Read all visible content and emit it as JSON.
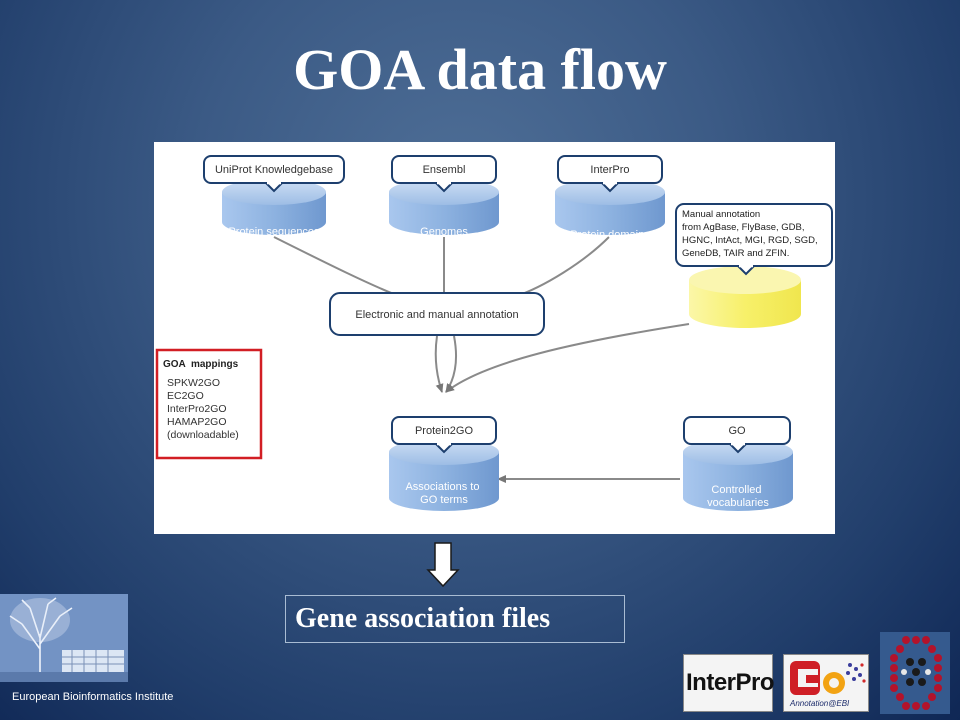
{
  "slide": {
    "title": "GOA data flow",
    "output_label": "Gene association files",
    "institute": "European Bioinformatics Institute"
  },
  "diagram": {
    "sources": [
      {
        "callout": "UniProt Knowledgebase",
        "db": "Protein sequences"
      },
      {
        "callout": "Ensembl",
        "db": "Genomes"
      },
      {
        "callout": "InterPro",
        "db": "Protein domains"
      }
    ],
    "manual": {
      "lines": [
        "Manual annotation",
        "from AgBase, FlyBase, GDB,",
        "HGNC, IntAct, MGI, RGD, SGD,",
        "GeneDB, TAIR and ZFIN."
      ]
    },
    "annotation_box": "Electronic and manual annotation",
    "mappings": {
      "title": "GOA  mappings",
      "items": [
        "SPKW2GO",
        "EC2GO",
        "InterPro2GO",
        "HAMAP2GO",
        "(downloadable)"
      ]
    },
    "protein2go": {
      "callout": "Protein2GO",
      "db_lines": [
        "Associations to",
        "GO terms"
      ]
    },
    "go": {
      "callout": "GO",
      "db_lines": [
        "Controlled",
        "vocabularies"
      ]
    }
  },
  "logos": {
    "interpro": "InterPro",
    "goa_footer": "Annotation@EBI"
  },
  "colors": {
    "db_blue": "#8eb3e0",
    "db_yellow": "#f7f06a",
    "mappings_border": "#d21e24"
  },
  "icons": {
    "arrow": "down-arrow-icon"
  }
}
